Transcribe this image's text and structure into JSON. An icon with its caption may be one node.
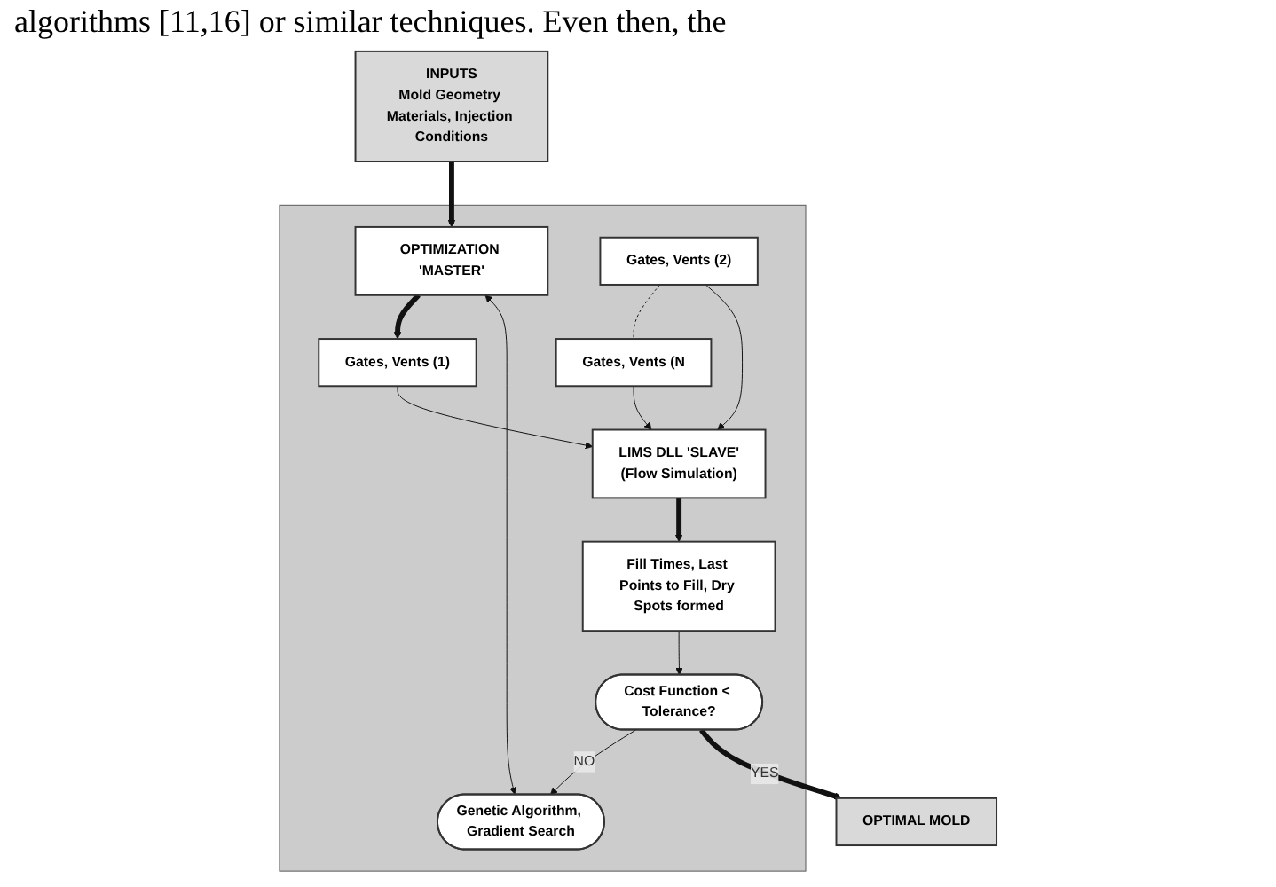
{
  "diagram": {
    "nodes": [
      {
        "text": [
          "INPUTS",
          "Mold Geometry Materials, Injection Conditions"
        ]
      },
      {
        "text": [],
        "shape": "box"
      },
      {
        "text": [
          "OPTIMIZATION 'MASTER'"
        ],
        "in": 1
      },
      {
        "text": [
          "Gates, Vents (1)"
        ],
        "in": 1
      },
      {
        "text": [
          "Gates, Vents (2)"
        ],
        "in": 1
      },
      {
        "text": [
          "Gates, Vents (N"
        ],
        "in": 1
      },
      {
        "text": [
          "LIMS DLL 'SLAVE'",
          "(Flow Simulation)"
        ],
        "in": 1
      },
      {
        "text": [
          "Genetic Algorithm, Gradient Search"
        ],
        "in": 1
      },
      {
        "text": [
          "Fill Times, Last Points to Fill, Dry Spots formed"
        ],
        "in": 1
      },
      {
        "text": [
          "Cost Function < Tolerance?"
        ],
        "in": 1
      },
      {
        "text": [
          "OPTIMAL MOLD"
        ]
      }
    ],
    "edges": [
      {
        "from": 0,
        "to": 2,
        "arrow": "to",
        "style": "thick"
      },
      {
        "from": 2,
        "to": 3,
        "arrow": "to",
        "style": "thick"
      },
      {
        "from": 4,
        "to": 5,
        "arrow": "none",
        "style": "dashed"
      },
      {
        "from": 3,
        "to": 6,
        "arrow": "to"
      },
      {
        "from": 4,
        "to": 6,
        "arrow": "to"
      },
      {
        "from": 5,
        "to": 6,
        "arrow": "to"
      },
      {
        "from": 6,
        "to": 8,
        "arrow": "to",
        "style": "thick"
      },
      {
        "from": 8,
        "to": 9,
        "arrow": "to"
      },
      {
        "from": 9,
        "to": 7,
        "arrow": "to",
        "label": "NO"
      },
      {
        "from": 7,
        "to": 2,
        "arrow": "both"
      },
      {
        "from": 9,
        "to": 10,
        "arrow": "to",
        "style": "thick",
        "label": "YES"
      }
    ],
    "labels": [
      "algorithms [11,16] or similar techniques. Even then, the"
    ]
  }
}
